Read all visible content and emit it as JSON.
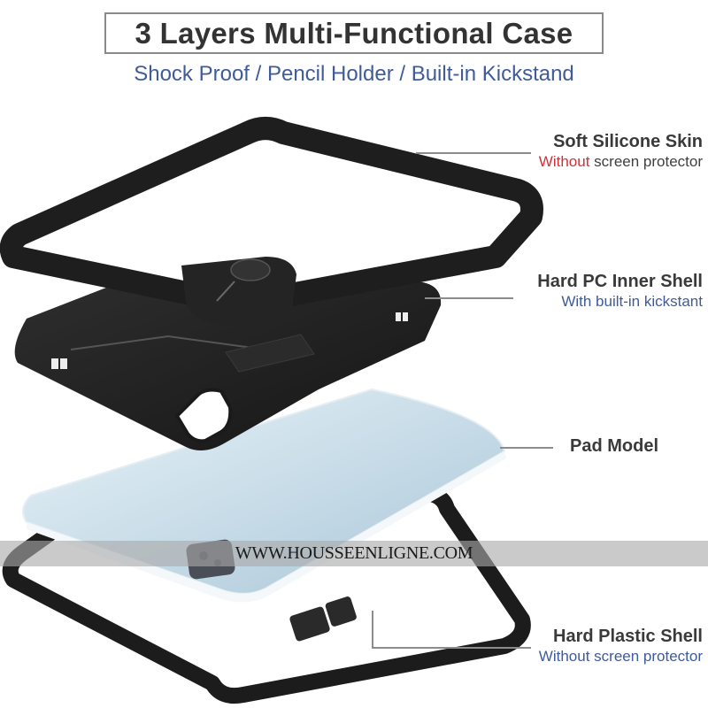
{
  "header": {
    "title": "3 Layers Multi-Functional Case",
    "subtitle": "Shock Proof / Pencil Holder / Built-in Kickstand"
  },
  "layers": [
    {
      "name": "Soft Silicone Skin",
      "note_accent": "Without",
      "note_rest": " screen protector",
      "color": "#1e1e1e"
    },
    {
      "name": "Hard PC Inner Shell",
      "note": "With built-in kickstant",
      "color": "#232323"
    },
    {
      "name": "Pad Model",
      "color": "#c9dbe6"
    },
    {
      "name": "Hard Plastic Shell",
      "note": "Without screen protector",
      "color": "#1c1c1c"
    }
  ],
  "watermark": "WWW.HOUSSEENLIGNE.COM",
  "colors": {
    "title_text": "#333333",
    "subtitle_text": "#3f5b9a",
    "accent_red": "#d0303a",
    "leader_line": "#8c8c8c"
  }
}
